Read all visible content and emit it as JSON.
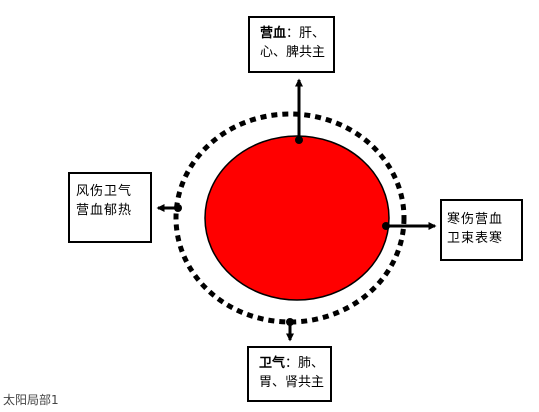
{
  "top_box": {
    "bold": "营血",
    "line1_rest": "：肝、",
    "line2": "心、脾共主"
  },
  "left_box": {
    "line1": "风伤卫气",
    "line2": "营血郁热"
  },
  "right_box": {
    "line1": "寒伤营血",
    "line2": "卫束表寒"
  },
  "bottom_box": {
    "bold": "卫气",
    "line1_rest": "：肺、",
    "line2": "胃、肾共主"
  },
  "caption": "太阳局部1",
  "colors": {
    "core_fill": "#ff0000",
    "ring": "#000000",
    "arrow": "#000000"
  }
}
